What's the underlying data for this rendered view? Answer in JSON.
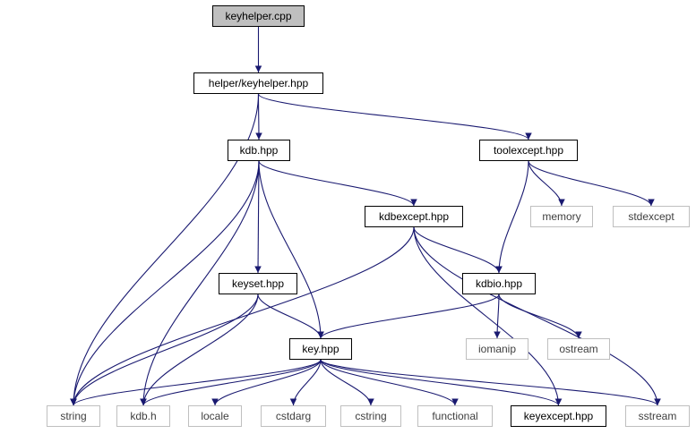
{
  "graph": {
    "edge_color": "#191970",
    "root_fill": "#bfbfbf",
    "system_border": "#bfbfbf",
    "nodes": {
      "keyhelper_cpp": "keyhelper.cpp",
      "helper_keyhelper_hpp": "helper/keyhelper.hpp",
      "kdb_hpp": "kdb.hpp",
      "toolexcept_hpp": "toolexcept.hpp",
      "memory": "memory",
      "stdexcept": "stdexcept",
      "kdbexcept_hpp": "kdbexcept.hpp",
      "kdbio_hpp": "kdbio.hpp",
      "keyset_hpp": "keyset.hpp",
      "iomanip": "iomanip",
      "ostream": "ostream",
      "key_hpp": "key.hpp",
      "string": "string",
      "kdb_h": "kdb.h",
      "locale": "locale",
      "cstdarg": "cstdarg",
      "cstring": "cstring",
      "functional": "functional",
      "keyexcept_hpp": "keyexcept.hpp",
      "sstream": "sstream"
    },
    "edges": [
      [
        "keyhelper_cpp",
        "helper_keyhelper_hpp"
      ],
      [
        "helper_keyhelper_hpp",
        "string"
      ],
      [
        "helper_keyhelper_hpp",
        "kdb_hpp"
      ],
      [
        "helper_keyhelper_hpp",
        "toolexcept_hpp"
      ],
      [
        "kdb_hpp",
        "string"
      ],
      [
        "kdb_hpp",
        "kdb_h"
      ],
      [
        "kdb_hpp",
        "keyset_hpp"
      ],
      [
        "kdb_hpp",
        "key_hpp"
      ],
      [
        "kdb_hpp",
        "kdbexcept_hpp"
      ],
      [
        "toolexcept_hpp",
        "memory"
      ],
      [
        "toolexcept_hpp",
        "stdexcept"
      ],
      [
        "toolexcept_hpp",
        "kdbio_hpp"
      ],
      [
        "kdbexcept_hpp",
        "string"
      ],
      [
        "kdbexcept_hpp",
        "kdbio_hpp"
      ],
      [
        "kdbexcept_hpp",
        "keyexcept_hpp"
      ],
      [
        "kdbexcept_hpp",
        "sstream"
      ],
      [
        "kdbio_hpp",
        "key_hpp"
      ],
      [
        "kdbio_hpp",
        "iomanip"
      ],
      [
        "kdbio_hpp",
        "ostream"
      ],
      [
        "keyset_hpp",
        "string"
      ],
      [
        "keyset_hpp",
        "kdb_h"
      ],
      [
        "keyset_hpp",
        "key_hpp"
      ],
      [
        "key_hpp",
        "string"
      ],
      [
        "key_hpp",
        "kdb_h"
      ],
      [
        "key_hpp",
        "locale"
      ],
      [
        "key_hpp",
        "cstdarg"
      ],
      [
        "key_hpp",
        "cstring"
      ],
      [
        "key_hpp",
        "functional"
      ],
      [
        "key_hpp",
        "keyexcept_hpp"
      ],
      [
        "key_hpp",
        "sstream"
      ]
    ]
  }
}
